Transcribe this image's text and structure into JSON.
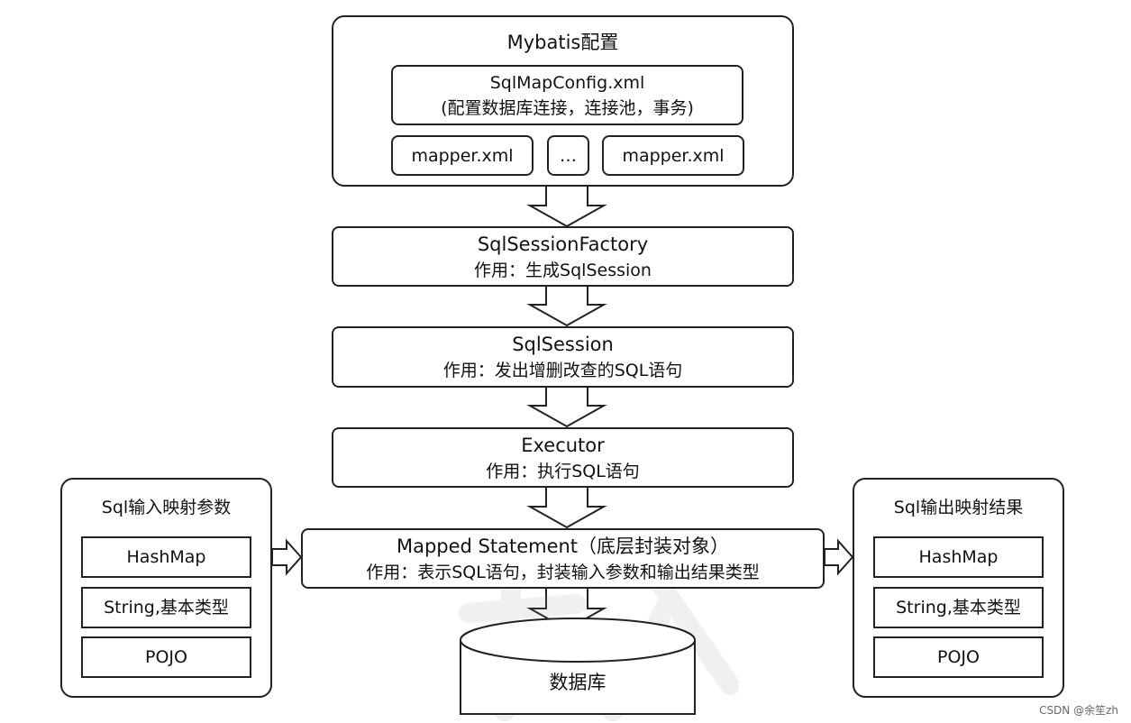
{
  "config_panel": {
    "title": "Mybatis配置",
    "sqlmapconfig": {
      "line1": "SqlMapConfig.xml",
      "line2": "(配置数据库连接，连接池，事务)"
    },
    "mapper_left": "mapper.xml",
    "ellipsis": "…",
    "mapper_right": "mapper.xml"
  },
  "factory": {
    "name": "SqlSessionFactory",
    "role": "作用：生成SqlSession"
  },
  "session": {
    "name": "SqlSession",
    "role": "作用：发出增删改查的SQL语句"
  },
  "executor": {
    "name": "Executor",
    "role": "作用：执行SQL语句"
  },
  "mapped_statement": {
    "name": "Mapped Statement（底层封装对象）",
    "role": "作用：表示SQL语句，封装输入参数和输出结果类型"
  },
  "input_panel": {
    "title": "Sql输入映射参数",
    "items": [
      "HashMap",
      "String,基本类型",
      "POJO"
    ]
  },
  "output_panel": {
    "title": "Sql输出映射结果",
    "items": [
      "HashMap",
      "String,基本类型",
      "POJO"
    ]
  },
  "database": {
    "label": "数据库"
  },
  "credit": "CSDN @余笙zh"
}
